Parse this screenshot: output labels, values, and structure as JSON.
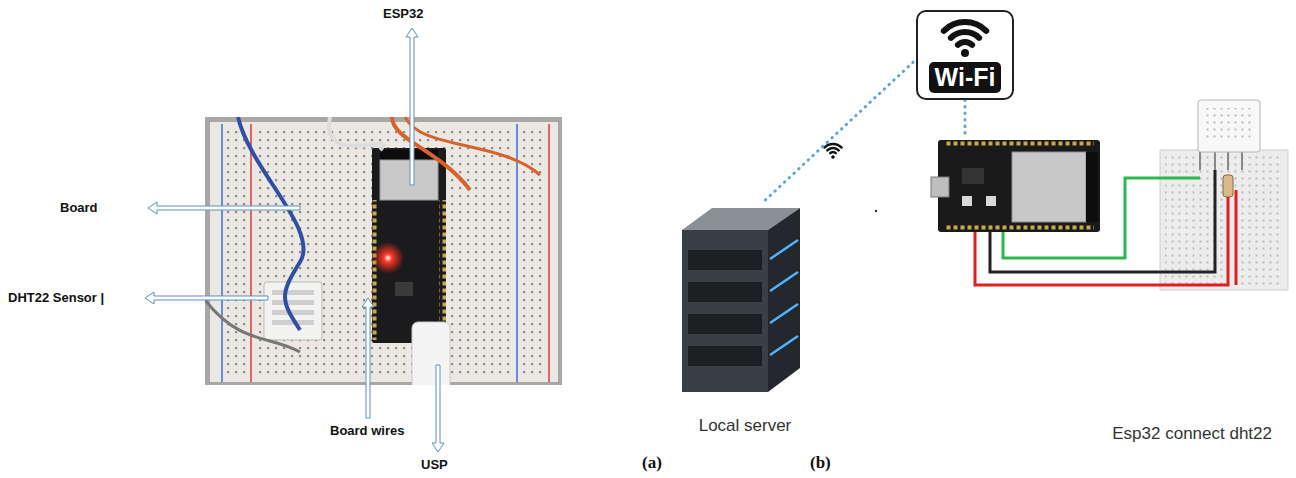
{
  "diagram": {
    "nodes": [
      {
        "text": [
          "Wi-Fi"
        ]
      },
      {
        "text": [
          "Local server"
        ]
      },
      {
        "text": [
          "Esp32 connect dht22"
        ]
      }
    ],
    "edges": [
      {
        "from": 1,
        "to": 0,
        "arrow": "none"
      },
      {
        "from": 0,
        "to": 2,
        "arrow": "none"
      }
    ],
    "labels": [
      "ESP32",
      "Board",
      "DHT22 Sensor |",
      "Board wires",
      "USP",
      "(a)",
      "(b)"
    ]
  }
}
